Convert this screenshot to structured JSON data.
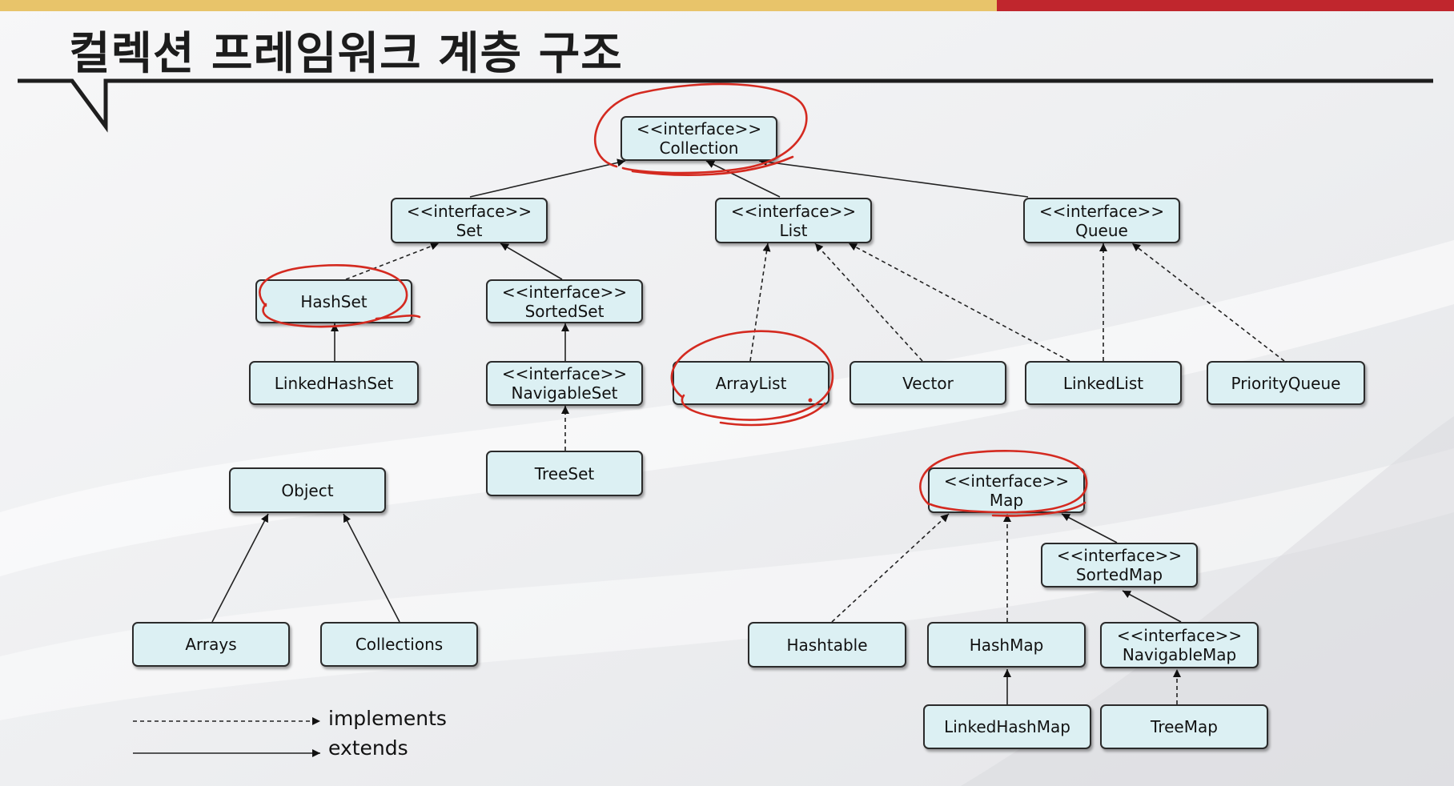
{
  "title": "컬렉션 프레임워크 계층 구조",
  "nodes": {
    "collection": {
      "stereotype": "<<interface>>",
      "name": "Collection"
    },
    "set": {
      "stereotype": "<<interface>>",
      "name": "Set"
    },
    "list": {
      "stereotype": "<<interface>>",
      "name": "List"
    },
    "queue": {
      "stereotype": "<<interface>>",
      "name": "Queue"
    },
    "hashset": {
      "name": "HashSet"
    },
    "sortedset": {
      "stereotype": "<<interface>>",
      "name": "SortedSet"
    },
    "linkedhashset": {
      "name": "LinkedHashSet"
    },
    "navigableset": {
      "stereotype": "<<interface>>",
      "name": "NavigableSet"
    },
    "treeset": {
      "name": "TreeSet"
    },
    "arraylist": {
      "name": "ArrayList"
    },
    "vector": {
      "name": "Vector"
    },
    "linkedlist": {
      "name": "LinkedList"
    },
    "priorityqueue": {
      "name": "PriorityQueue"
    },
    "object": {
      "name": "Object"
    },
    "arrays": {
      "name": "Arrays"
    },
    "collections": {
      "name": "Collections"
    },
    "map": {
      "stereotype": "<<interface>>",
      "name": "Map"
    },
    "sortedmap": {
      "stereotype": "<<interface>>",
      "name": "SortedMap"
    },
    "hashtable": {
      "name": "Hashtable"
    },
    "hashmap": {
      "name": "HashMap"
    },
    "navigablemap": {
      "stereotype": "<<interface>>",
      "name": "NavigableMap"
    },
    "linkedhashmap": {
      "name": "LinkedHashMap"
    },
    "treemap": {
      "name": "TreeMap"
    }
  },
  "legend": {
    "implements": "implements",
    "extends": "extends"
  },
  "colors": {
    "node_fill": "#dcf0f3",
    "node_border": "#2b2b2b",
    "annotation_red": "#d42a20",
    "top_bar_gold": "#e8c46a",
    "top_bar_red": "#c0262d"
  }
}
